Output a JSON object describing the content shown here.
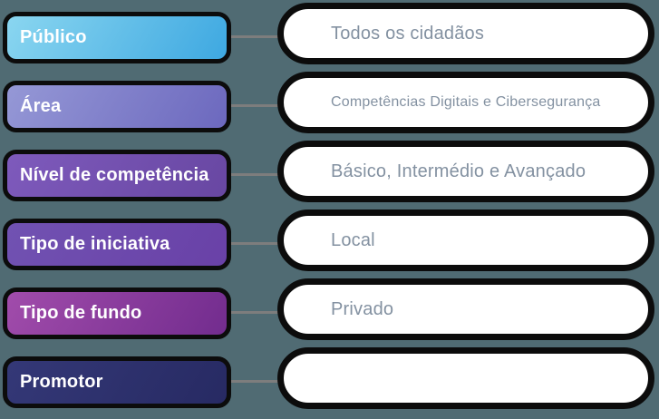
{
  "colors": {
    "background": "#506b73",
    "border_black": "#0c0c0c",
    "connector_gray": "#7d7d7d",
    "value_text": "#8391a1",
    "label_text": "#ffffff",
    "pill_fill": "#ffffff"
  },
  "rows": [
    {
      "label": "Público",
      "value": "Todos os cidadãos",
      "gradient_start": "#8ad6f0",
      "gradient_end": "#3ea8e1"
    },
    {
      "label": "Área",
      "value": "Competências Digitais e Cibersegurança",
      "gradient_start": "#9598d6",
      "gradient_end": "#6c68be"
    },
    {
      "label": "Nível de competência",
      "value": "Básico, Intermédio e Avançado",
      "gradient_start": "#7e5abc",
      "gradient_end": "#6847a2"
    },
    {
      "label": "Tipo de iniciativa",
      "value": "Local",
      "gradient_start": "#7152b2",
      "gradient_end": "#6941a7"
    },
    {
      "label": "Tipo de fundo",
      "value": "Privado",
      "gradient_start": "#a14cab",
      "gradient_end": "#722c8e"
    },
    {
      "label": "Promotor",
      "value": "",
      "gradient_start": "#343877",
      "gradient_end": "#272a63"
    }
  ]
}
